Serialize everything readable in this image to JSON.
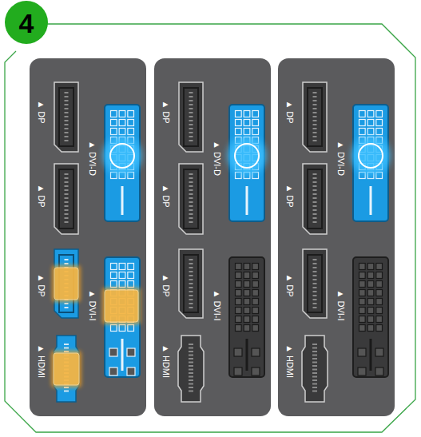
{
  "diagram": {
    "labels": [
      "4",
      "▲ DP",
      "▲ DP",
      "▲ DP",
      "▲ HDMI",
      "▲ DVI-D",
      "▲ DVI-I",
      "▲ DP",
      "▲ DP",
      "▲ DP",
      "▲ HDMI",
      "▲ DVI-D",
      "▲ DVI-I",
      "▲ DP",
      "▲ DP",
      "▲ DP",
      "▲ HDMI",
      "▲ DVI-D",
      "▲ DVI-I"
    ]
  }
}
